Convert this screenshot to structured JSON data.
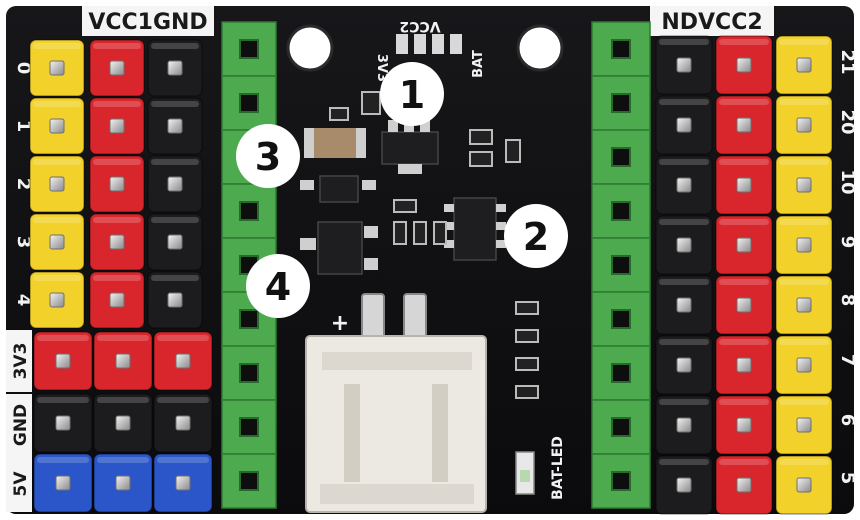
{
  "board": {
    "pcb_color": "#101012",
    "colors": {
      "yellow": "#f2d22a",
      "red": "#d9262c",
      "black": "#1c1c1e",
      "blue": "#2a56c9",
      "green": "#4daa4f",
      "white_connector": "#ece9e2"
    }
  },
  "silkscreen": {
    "top_left": "VCC1GND",
    "top_right": "NDVCC2",
    "vcc2": "VCC2",
    "v3v3_small": "3V3",
    "bat": "BAT",
    "rail_3v3": "3V3",
    "rail_gnd": "GND",
    "rail_5v": "5V",
    "bat_led": "BAT-LED",
    "plus": "+",
    "left_pins": [
      "0",
      "1",
      "2",
      "3",
      "4"
    ],
    "right_pins": [
      "21",
      "20",
      "10",
      "9",
      "8",
      "7",
      "6",
      "5"
    ]
  },
  "callouts": [
    "1",
    "2",
    "3",
    "4"
  ]
}
